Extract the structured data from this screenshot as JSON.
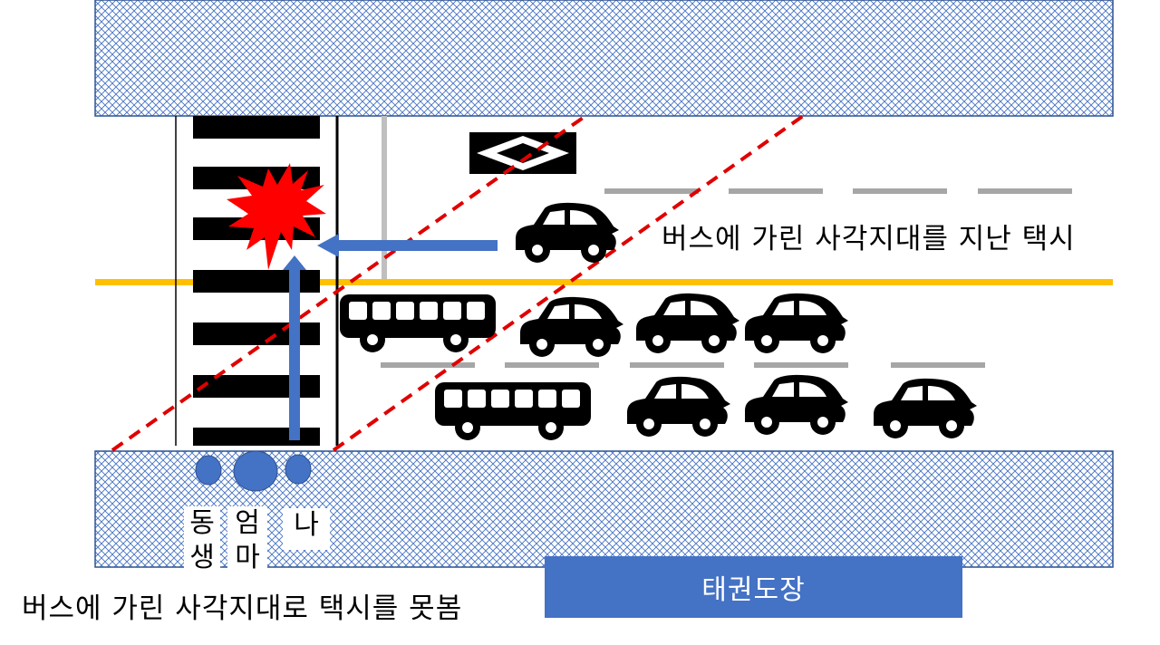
{
  "callouts": {
    "taxi_caption": "버스에 가린 사각지대를 지난 택시",
    "pedestrian_caption": "버스에 가린 사각지대로 택시를 못봄"
  },
  "people": {
    "sibling": "동\n생",
    "mother": "엄\n마",
    "me": "나"
  },
  "building": {
    "label": "태권도장"
  },
  "colors": {
    "sidewalk_hatch": "#4472c4",
    "center_line": "#ffc000",
    "sight_line": "#e00000",
    "arrow": "#4472c4",
    "crash": "#ff0000",
    "lane_dash": "#a6a6a6",
    "building": "#4472c4"
  },
  "icons": [
    "car-icon",
    "bus-icon",
    "crash-starburst-icon",
    "diamond-marking-icon",
    "person-icon"
  ]
}
